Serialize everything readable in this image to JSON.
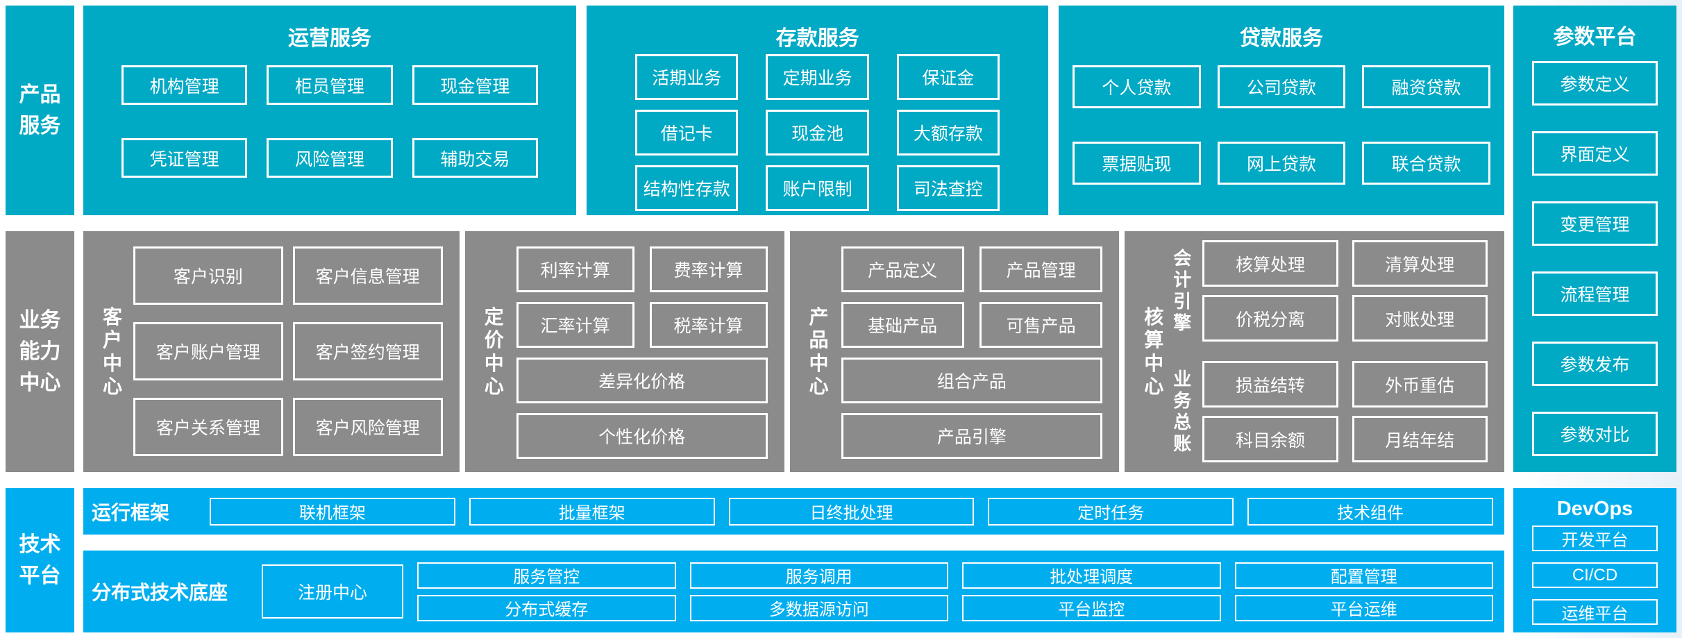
{
  "colors": {
    "teal": "#00A9C4",
    "gray": "#8B8B8B",
    "blue": "#00AEEF",
    "text": "#FFFFFF"
  },
  "left_labels": {
    "product": "产品\n服务",
    "business": "业务\n能力\n中心",
    "tech": "技术\n平台"
  },
  "top": {
    "operation": {
      "title": "运营服务",
      "items": [
        "机构管理",
        "柜员管理",
        "现金管理",
        "凭证管理",
        "风险管理",
        "辅助交易"
      ]
    },
    "deposit": {
      "title": "存款服务",
      "items": [
        "活期业务",
        "定期业务",
        "保证金",
        "借记卡",
        "现金池",
        "大额存款",
        "结构性存款",
        "账户限制",
        "司法查控"
      ]
    },
    "loan": {
      "title": "贷款服务",
      "items": [
        "个人贷款",
        "公司贷款",
        "融资贷款",
        "票据贴现",
        "网上贷款",
        "联合贷款"
      ]
    }
  },
  "param_platform": {
    "title": "参数平台",
    "items": [
      "参数定义",
      "界面定义",
      "变更管理",
      "流程管理",
      "参数发布",
      "参数对比"
    ]
  },
  "centers": {
    "customer": {
      "name": "客户中心",
      "items": [
        "客户识别",
        "客户信息管理",
        "客户账户管理",
        "客户签约管理",
        "客户关系管理",
        "客户风险管理"
      ]
    },
    "pricing": {
      "name": "定价中心",
      "items": [
        "利率计算",
        "费率计算",
        "汇率计算",
        "税率计算"
      ],
      "wide": [
        "差异化价格",
        "个性化价格"
      ]
    },
    "product": {
      "name": "产品中心",
      "items": [
        "产品定义",
        "产品管理",
        "基础产品",
        "可售产品"
      ],
      "wide": [
        "组合产品",
        "产品引擎"
      ]
    },
    "accounting": {
      "name": "核算中心",
      "groups": [
        {
          "name": "会计引擎",
          "items": [
            "核算处理",
            "清算处理",
            "价税分离",
            "对账处理"
          ]
        },
        {
          "name": "业务总账",
          "items": [
            "损益结转",
            "外币重估",
            "科目余额",
            "月结年结"
          ]
        }
      ]
    }
  },
  "tech": {
    "runtime": {
      "label": "运行框架",
      "items": [
        "联机框架",
        "批量框架",
        "日终批处理",
        "定时任务",
        "技术组件"
      ]
    },
    "distributed": {
      "label": "分布式技术底座",
      "registry": "注册中心",
      "row1": [
        "服务管控",
        "服务调用",
        "批处理调度",
        "配置管理"
      ],
      "row2": [
        "分布式缓存",
        "多数据源访问",
        "平台监控",
        "平台运维"
      ]
    },
    "devops": {
      "title": "DevOps",
      "items": [
        "开发平台",
        "CI/CD",
        "运维平台"
      ]
    }
  }
}
